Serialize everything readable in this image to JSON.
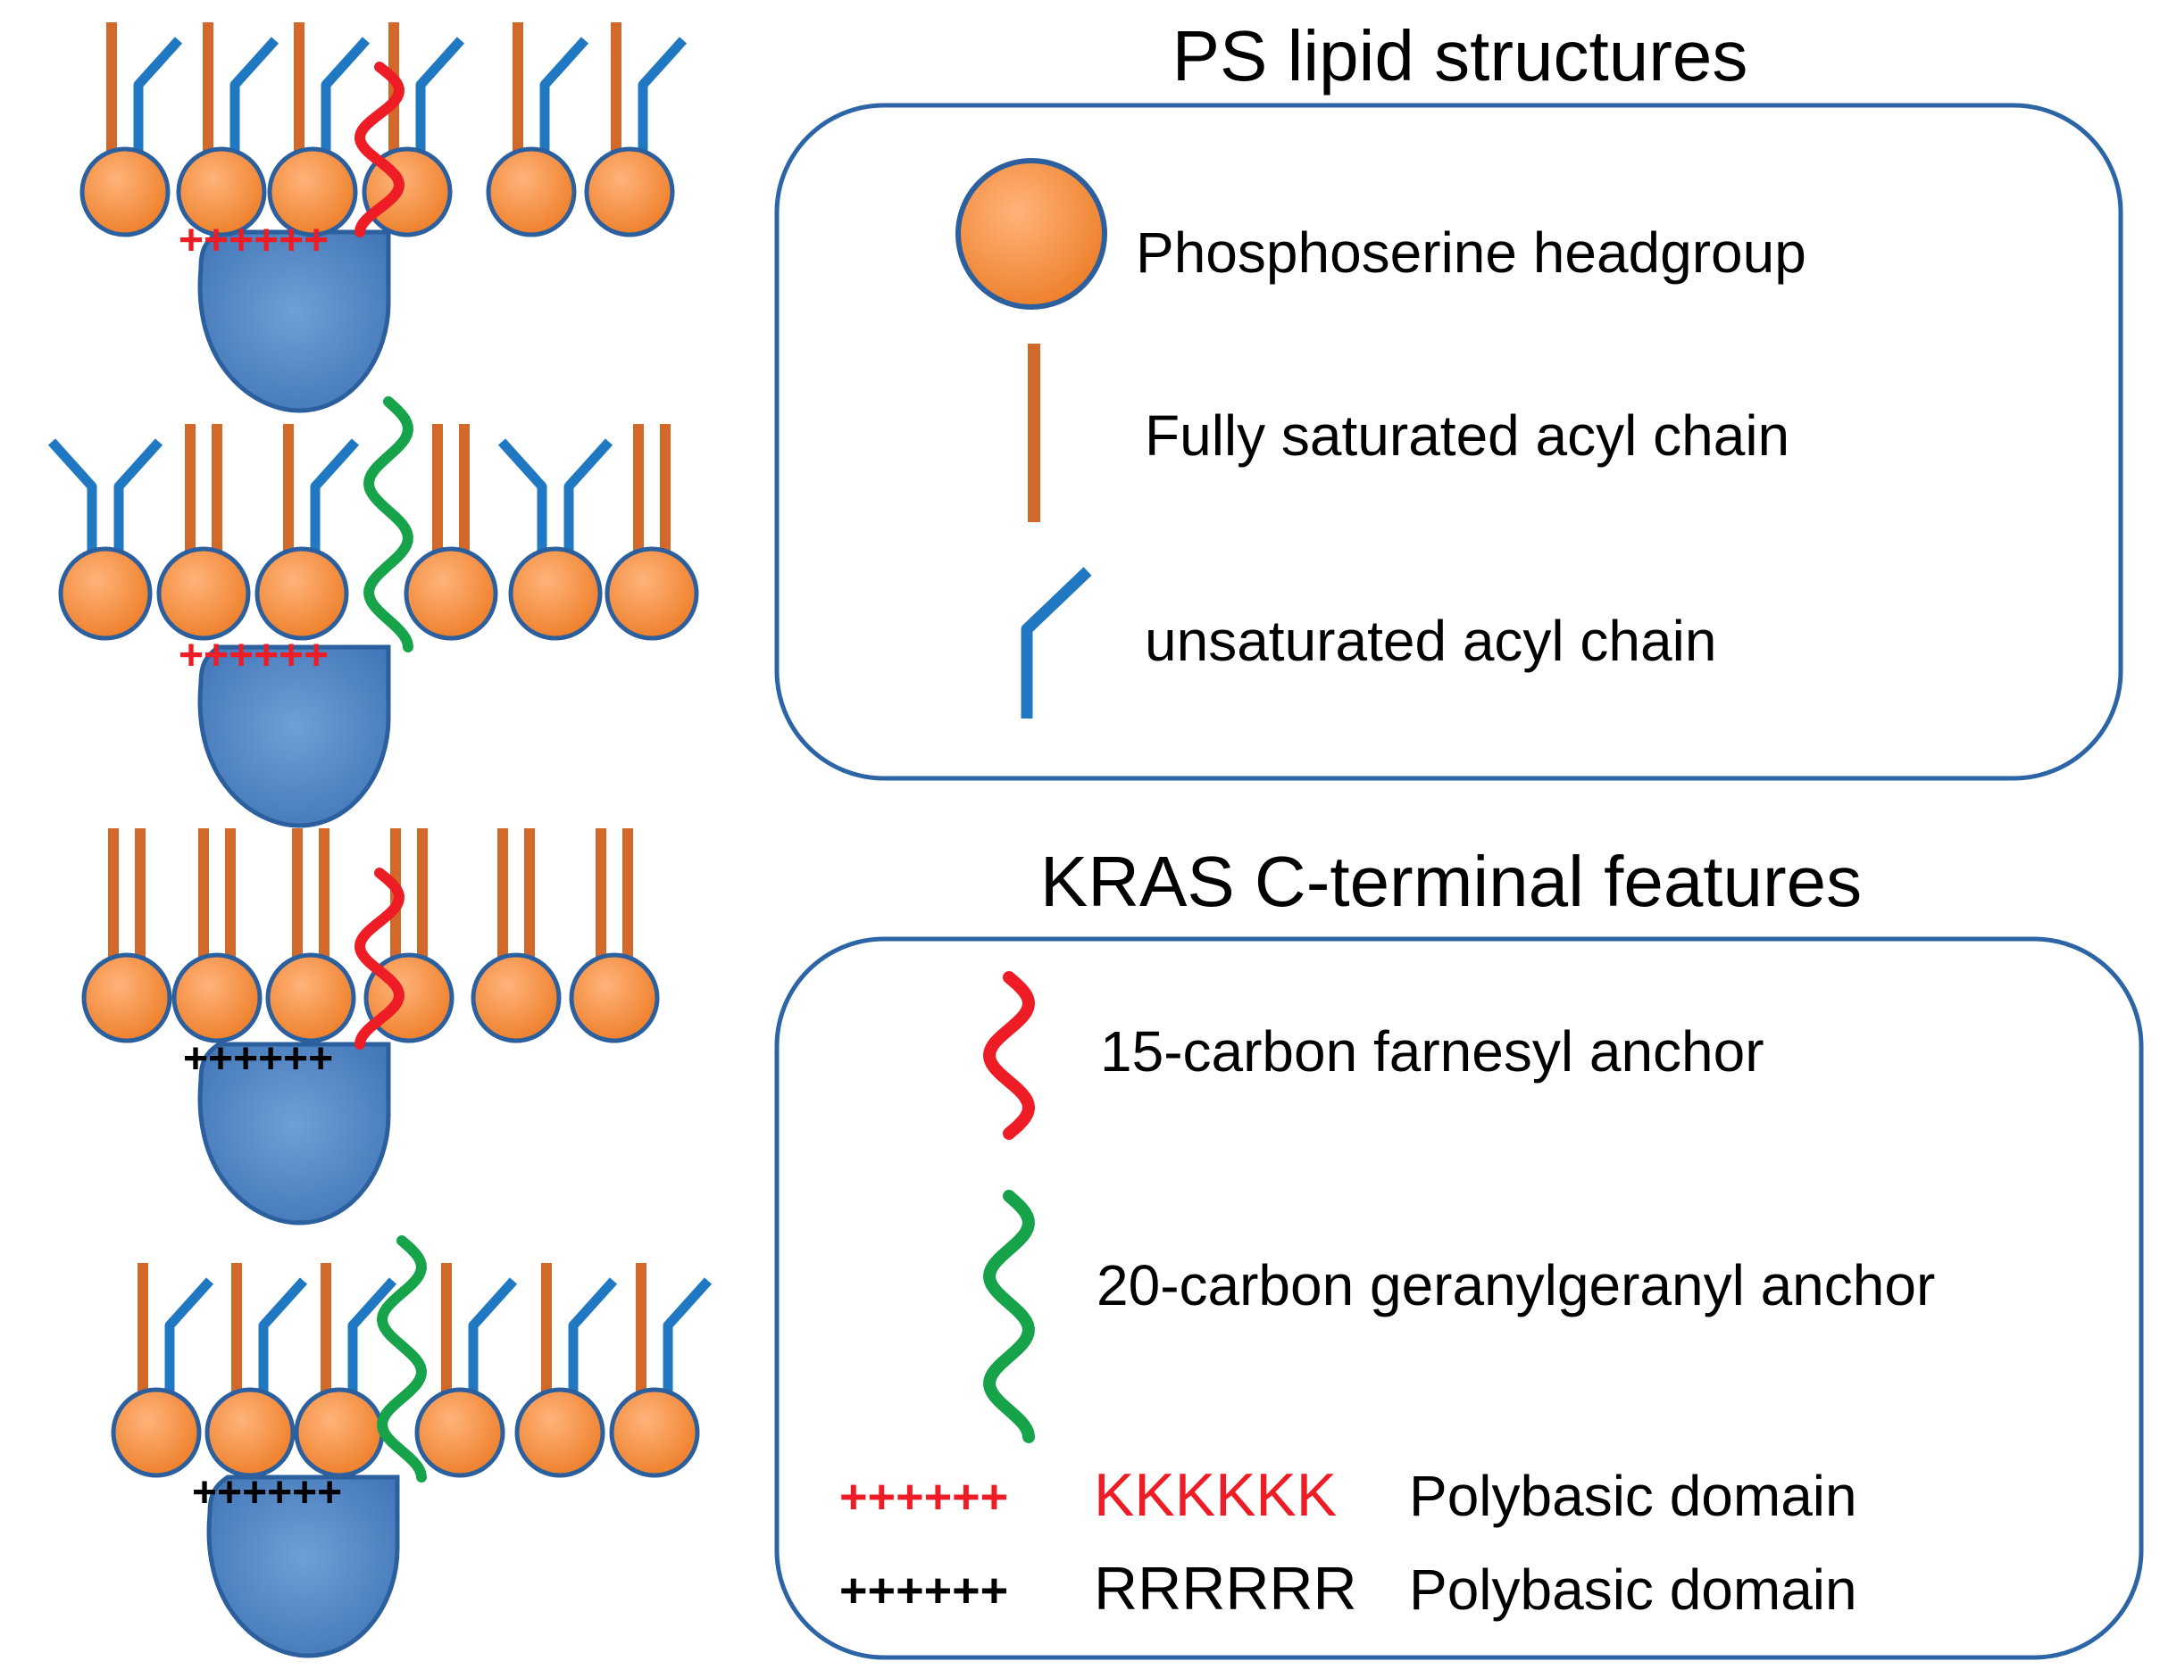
{
  "legend_lipids": {
    "title": "PS lipid structures",
    "items": [
      {
        "label": "Phosphoserine headgroup",
        "icon": "headgroup-circle-icon"
      },
      {
        "label": "Fully saturated acyl chain",
        "icon": "saturated-chain-icon"
      },
      {
        "label": "unsaturated acyl chain",
        "icon": "unsaturated-chain-icon"
      }
    ]
  },
  "legend_kras": {
    "title": "KRAS C-terminal features",
    "farnesyl": {
      "label": "15-carbon farnesyl anchor",
      "icon": "farnesyl-anchor-icon"
    },
    "geranyl": {
      "label": "20-carbon geranylgeranyl anchor",
      "icon": "geranylgeranyl-anchor-icon"
    },
    "polybasic_k": {
      "symbol": "++++++",
      "code": "KKKKKK",
      "label": "Polybasic domain"
    },
    "polybasic_r": {
      "symbol": "++++++",
      "code": "RRRRRR",
      "label": "Polybasic domain"
    }
  },
  "panels": [
    {
      "anchor": "farnesyl",
      "chains": "mixed",
      "charge_symbol": "++++++",
      "charge": "KKKKKK"
    },
    {
      "anchor": "geranylgeranyl",
      "chains": "unsaturated",
      "charge_symbol": "++++++",
      "charge": "KKKKKK"
    },
    {
      "anchor": "farnesyl",
      "chains": "saturated",
      "charge_symbol": "++++++",
      "charge": "RRRRRR"
    },
    {
      "anchor": "geranylgeranyl",
      "chains": "mixed",
      "charge_symbol": "++++++",
      "charge": "RRRRRR"
    }
  ],
  "colors": {
    "headgroup": "#f0862f",
    "headgroup_stroke": "#2c5f9e",
    "saturated": "#d2692a",
    "unsaturated": "#1f78c1",
    "protein": "#3f76b9",
    "farnesyl": "#ee1c24",
    "geranylgeranyl": "#16a34a",
    "lysine": "#ee1c24",
    "arginine": "#000000",
    "box": "#2c64a6"
  }
}
